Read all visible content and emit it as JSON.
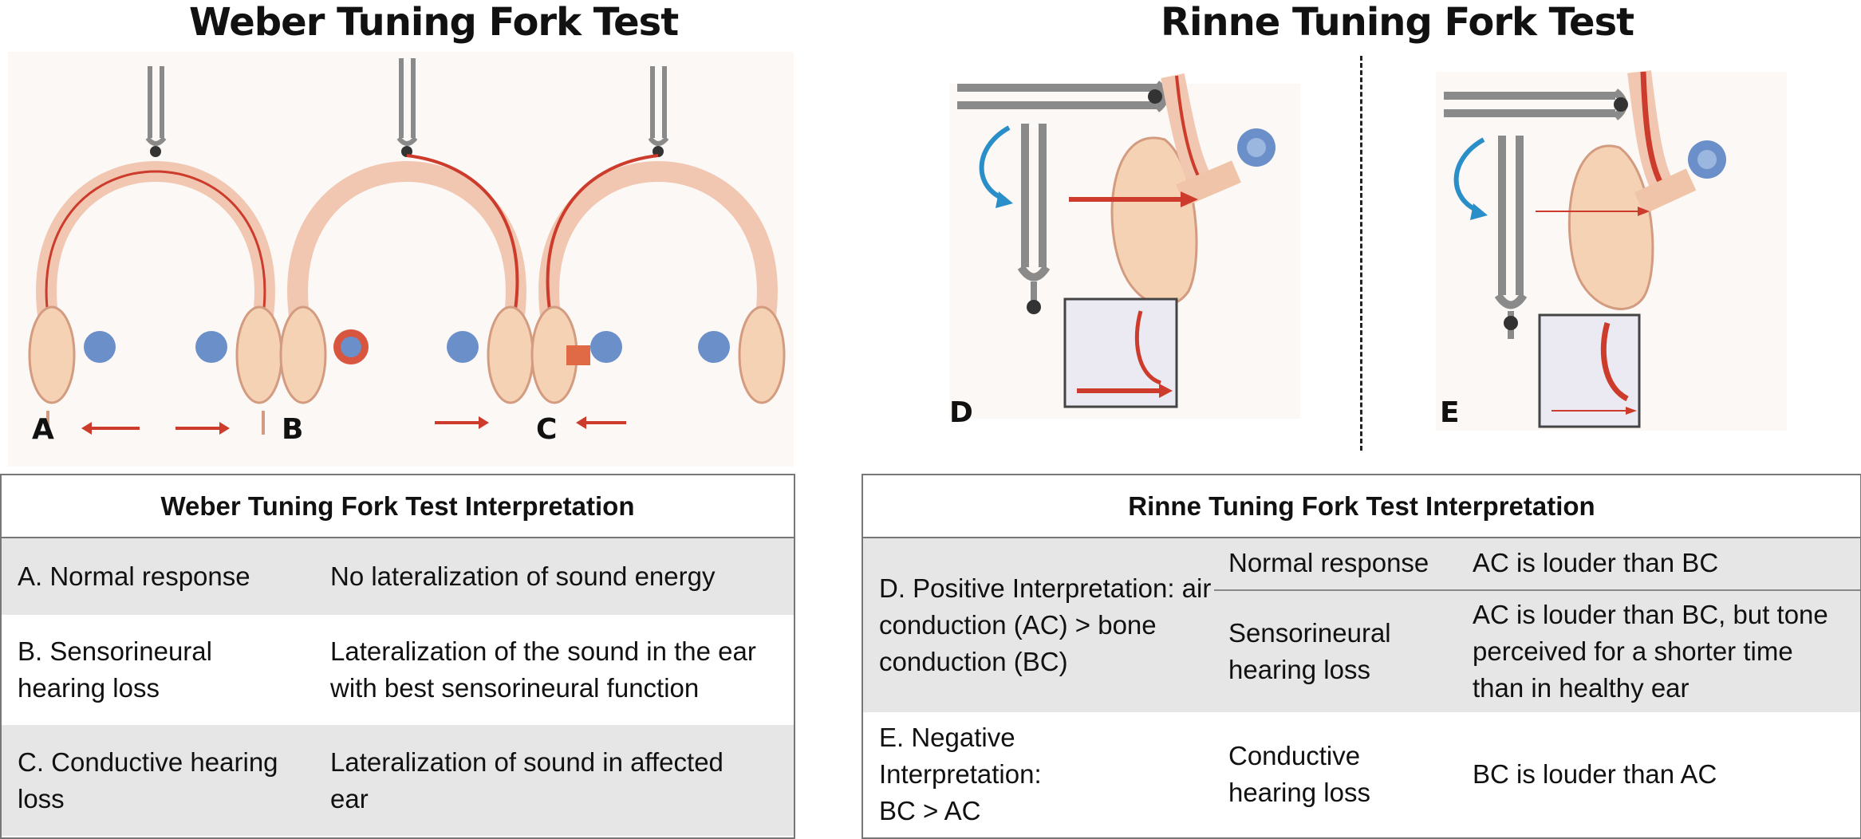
{
  "weber": {
    "title": "Weber Tuning Fork Test",
    "panel_labels": [
      "A",
      "B",
      "C"
    ],
    "table": {
      "header": "Weber Tuning Fork Test Interpretation",
      "rows": [
        {
          "label": "A. Normal response",
          "desc": "No lateralization of sound energy"
        },
        {
          "label": "B. Sensorineural hearing loss",
          "desc": "Lateralization of the sound in the ear with best sensorineural function"
        },
        {
          "label": "C. Conductive hearing loss",
          "desc": "Lateralization of sound in affected ear"
        }
      ]
    }
  },
  "rinne": {
    "title": "Rinne Tuning Fork Test",
    "panel_labels": [
      "D",
      "E"
    ],
    "table": {
      "header": "Rinne Tuning Fork Test Interpretation",
      "positive": "D. Positive Interpretation: air conduction (AC) > bone conduction (BC)",
      "negative": "E. Negative Interpretation: BC > AC",
      "rows": [
        {
          "condition": "Normal response",
          "result": "AC is louder than BC"
        },
        {
          "condition": "Sensorineural hearing loss",
          "result": "AC is louder than BC, but tone perceived for a shorter time than in healthy ear"
        },
        {
          "condition": "Conductive hearing loss",
          "result": "BC is louder than AC"
        }
      ]
    }
  },
  "colors": {
    "sound_arrow": "#cc3b2b",
    "skin": "#f6d2b5",
    "cochlea": "#6b8fc9",
    "fork": "#8a8a8a",
    "rotation_arrow": "#2a8fc8"
  }
}
